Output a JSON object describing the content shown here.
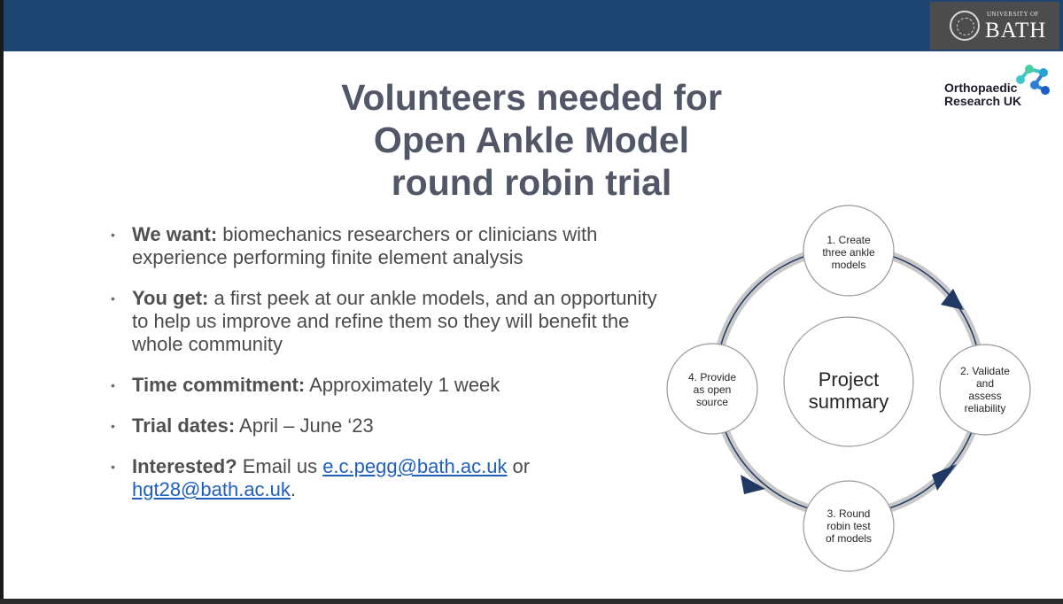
{
  "header": {
    "university_small": "UNIVERSITY OF",
    "university_name": "BATH"
  },
  "sponsor": {
    "line1": "Orthopaedic",
    "line2": "Research UK"
  },
  "title": {
    "line1": "Volunteers needed for",
    "line2": "Open Ankle Model",
    "line3": "round robin trial"
  },
  "bullets": [
    {
      "label": "We want:",
      "text": " biomechanics researchers or clinicians with experience performing finite element analysis"
    },
    {
      "label": "You get:",
      "text": " a first peek at our ankle models, and an opportunity to help us improve and refine them so they will benefit the whole community"
    },
    {
      "label": "Time commitment:",
      "text": " Approximately 1 week"
    },
    {
      "label": "Trial dates:",
      "text": " April – June ‘23"
    },
    {
      "label": "Interested?",
      "text": " Email us ",
      "link1": "e.c.pegg@bath.ac.uk",
      "mid": " or",
      "link2": "hgt28@bath.ac.uk",
      "end": "."
    }
  ],
  "diagram": {
    "center_line1": "Project",
    "center_line2": "summary",
    "steps": [
      {
        "lines": [
          "1. Create",
          "three ankle",
          "models"
        ]
      },
      {
        "lines": [
          "2. Validate",
          "and",
          "assess",
          "reliability"
        ]
      },
      {
        "lines": [
          "3. Round",
          "robin test",
          "of models"
        ]
      },
      {
        "lines": [
          "4. Provide",
          "as open",
          "source"
        ]
      }
    ],
    "colors": {
      "arrow": "#1f3864",
      "ring": "#c8c8c8",
      "node_border": "#9a9a9a"
    }
  }
}
